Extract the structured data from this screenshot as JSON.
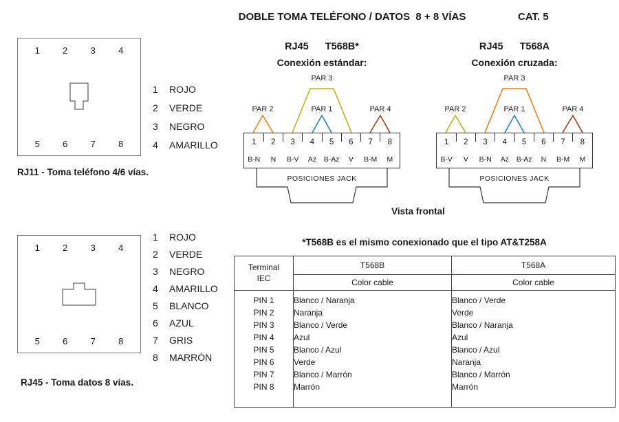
{
  "header": {
    "title": "DOBLE TOMA TELÉFONO / DATOS  8 + 8 VÍAS",
    "category": "CAT. 5"
  },
  "rj11_socket": {
    "top_numbers": [
      "1",
      "2",
      "3",
      "4"
    ],
    "bottom_numbers": [
      "5",
      "6",
      "7",
      "8"
    ],
    "legend": [
      {
        "n": "1",
        "color": "ROJO"
      },
      {
        "n": "2",
        "color": "VERDE"
      },
      {
        "n": "3",
        "color": "NEGRO"
      },
      {
        "n": "4",
        "color": "AMARILLO"
      }
    ],
    "caption": "RJ11 - Toma teléfono 4/6 vías."
  },
  "rj45_socket": {
    "top_numbers": [
      "1",
      "2",
      "3",
      "4"
    ],
    "bottom_numbers": [
      "5",
      "6",
      "7",
      "8"
    ],
    "legend": [
      {
        "n": "1",
        "color": "ROJO"
      },
      {
        "n": "2",
        "color": "VERDE"
      },
      {
        "n": "3",
        "color": "NEGRO"
      },
      {
        "n": "4",
        "color": "AMARILLO"
      },
      {
        "n": "5",
        "color": "BLANCO"
      },
      {
        "n": "6",
        "color": "AZUL"
      },
      {
        "n": "7",
        "color": "GRIS"
      },
      {
        "n": "8",
        "color": "MARRÓN"
      }
    ],
    "caption": "RJ45 - Toma datos 8 vías."
  },
  "pairs": {
    "par1": "PAR 1",
    "par2": "PAR 2",
    "par3": "PAR 3",
    "par4": "PAR 4"
  },
  "jack_label": "POSICIONES JACK",
  "t568b": {
    "type_label": "RJ45",
    "standard": "T568B*",
    "subheading": "Conexión estándar:",
    "pin_numbers": [
      "1",
      "2",
      "3",
      "4",
      "5",
      "6",
      "7",
      "8"
    ],
    "pin_labels": [
      "B-N",
      "N",
      "B-V",
      "Az",
      "B-Az",
      "V",
      "B-M",
      "M"
    ],
    "colors": {
      "par1": "#2a7fb8",
      "par2": "#e5821f",
      "par3": "#adb91c",
      "par4": "#96421c"
    }
  },
  "t568a": {
    "type_label": "RJ45",
    "standard": "T568A",
    "subheading": "Conexión cruzada:",
    "pin_numbers": [
      "1",
      "2",
      "3",
      "4",
      "5",
      "6",
      "7",
      "8"
    ],
    "pin_labels": [
      "B-V",
      "V",
      "B-N",
      "Az",
      "B-Az",
      "N",
      "B-M",
      "M"
    ],
    "colors": {
      "par1": "#2a7fb8",
      "par2": "#adb91c",
      "par3": "#e5821f",
      "par4": "#96421c"
    }
  },
  "vista_frontal": "Vista frontal",
  "note": "*T568B es el mismo conexionado que el tipo AT&T258A",
  "table": {
    "terminal_line1": "Terminal",
    "terminal_line2": "IEC",
    "t568b_header": "T568B",
    "t568a_header": "T568A",
    "color_cable": "Color cable",
    "rows": [
      {
        "pin": "PIN 1",
        "t568b": "Blanco / Naranja",
        "t568a": "Blanco / Verde"
      },
      {
        "pin": "PIN 2",
        "t568b": "Naranja",
        "t568a": "Verde"
      },
      {
        "pin": "PIN 3",
        "t568b": "Blanco / Verde",
        "t568a": "Blanco / Naranja"
      },
      {
        "pin": "PIN 4",
        "t568b": "Azul",
        "t568a": "Azul"
      },
      {
        "pin": "PIN 5",
        "t568b": "Blanco / Azul",
        "t568a": "Blanco / Azul"
      },
      {
        "pin": "PIN 6",
        "t568b": "Verde",
        "t568a": "Naranja"
      },
      {
        "pin": "PIN 7",
        "t568b": "Blanco / Marrón",
        "t568a": "Blanco / Marrón"
      },
      {
        "pin": "PIN 8",
        "t568b": "Marrón",
        "t568a": "Marrón"
      }
    ]
  }
}
